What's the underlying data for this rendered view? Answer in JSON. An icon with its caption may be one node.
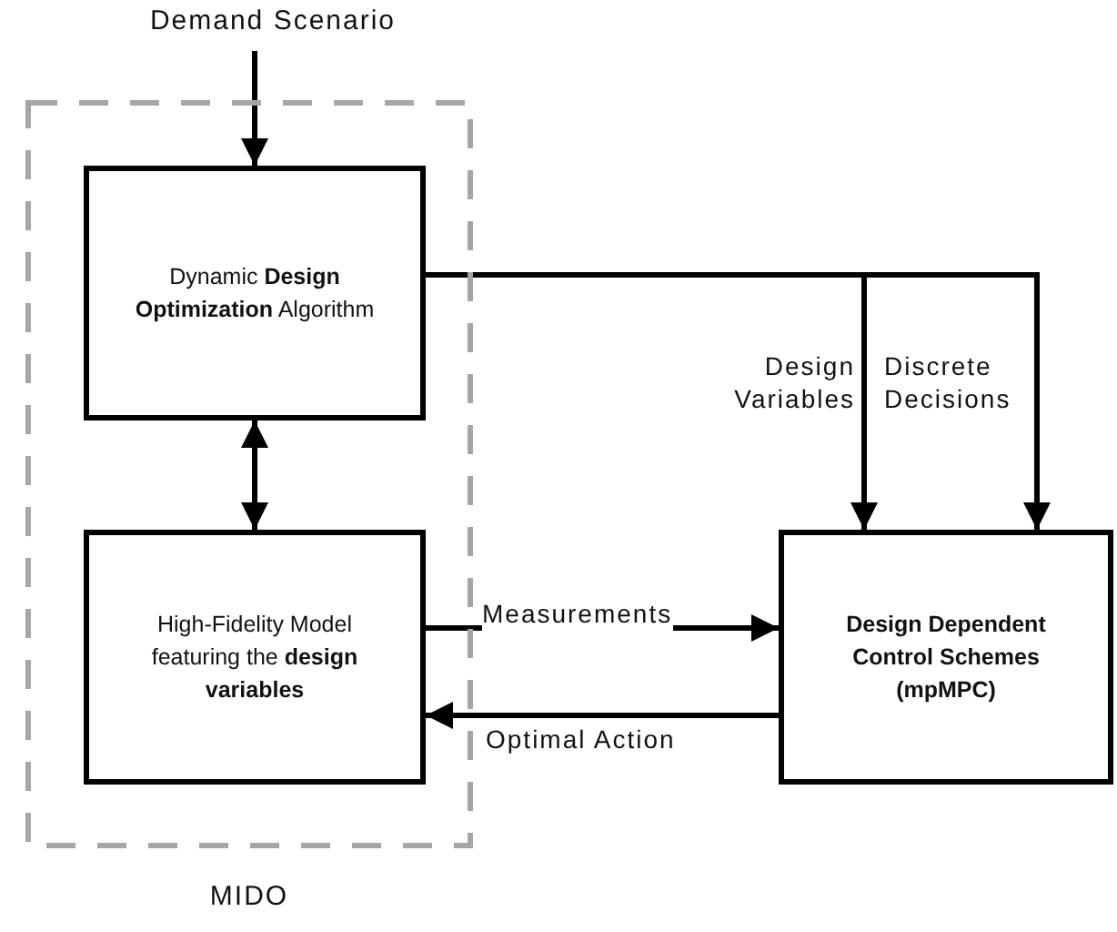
{
  "diagram": {
    "nodes": [
      {
        "text": [
          "MIDO"
        ]
      },
      {
        "text": [
          "Demand Scenario"
        ]
      },
      {
        "text": [
          "Dynamic **Design Optimization** Algorithm"
        ],
        "in": 0
      },
      {
        "text": [
          "High-Fidelity Model featuring the **design variables**"
        ],
        "in": 0
      },
      {
        "text": [
          "Design Dependent Control Schemes (mpMPC)"
        ]
      }
    ],
    "edges": [
      {
        "from": 1,
        "to": 2,
        "arrow": "to"
      },
      {
        "from": 2,
        "to": 3,
        "arrow": "both"
      },
      {
        "from": 2,
        "to": 4,
        "arrow": "to",
        "label": "Design Variables"
      },
      {
        "from": 2,
        "to": 4,
        "arrow": "to",
        "label": "Discrete Decisions"
      },
      {
        "from": 3,
        "to": 4,
        "arrow": "to",
        "label": "Measurements"
      },
      {
        "from": 4,
        "to": 3,
        "arrow": "to",
        "label": "Optimal Action"
      }
    ]
  }
}
